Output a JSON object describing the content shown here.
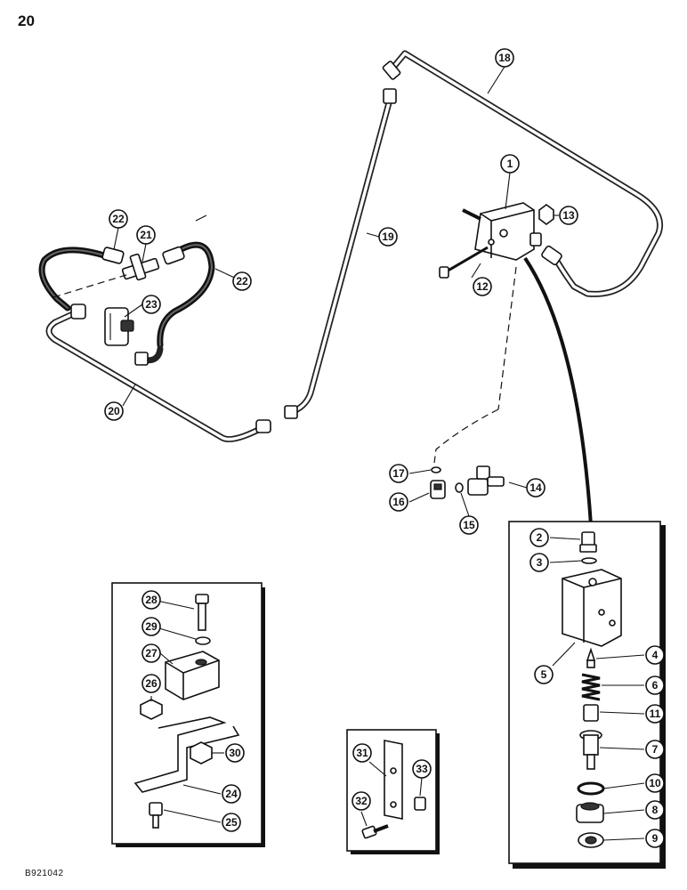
{
  "page": {
    "number": "20",
    "figure_code": "B921042"
  },
  "callouts": {
    "c1": "1",
    "c2": "2",
    "c3": "3",
    "c4": "4",
    "c5": "5",
    "c6": "6",
    "c7": "7",
    "c8": "8",
    "c9": "9",
    "c10": "10",
    "c11": "11",
    "c12": "12",
    "c13": "13",
    "c14": "14",
    "c15": "15",
    "c16": "16",
    "c17": "17",
    "c18": "18",
    "c19": "19",
    "c20": "20",
    "c21": "21",
    "c22a": "22",
    "c22b": "22",
    "c23": "23",
    "c24": "24",
    "c25": "25",
    "c26": "26",
    "c27": "27",
    "c28": "28",
    "c29": "29",
    "c30": "30",
    "c31": "31",
    "c32": "32",
    "c33": "33"
  }
}
